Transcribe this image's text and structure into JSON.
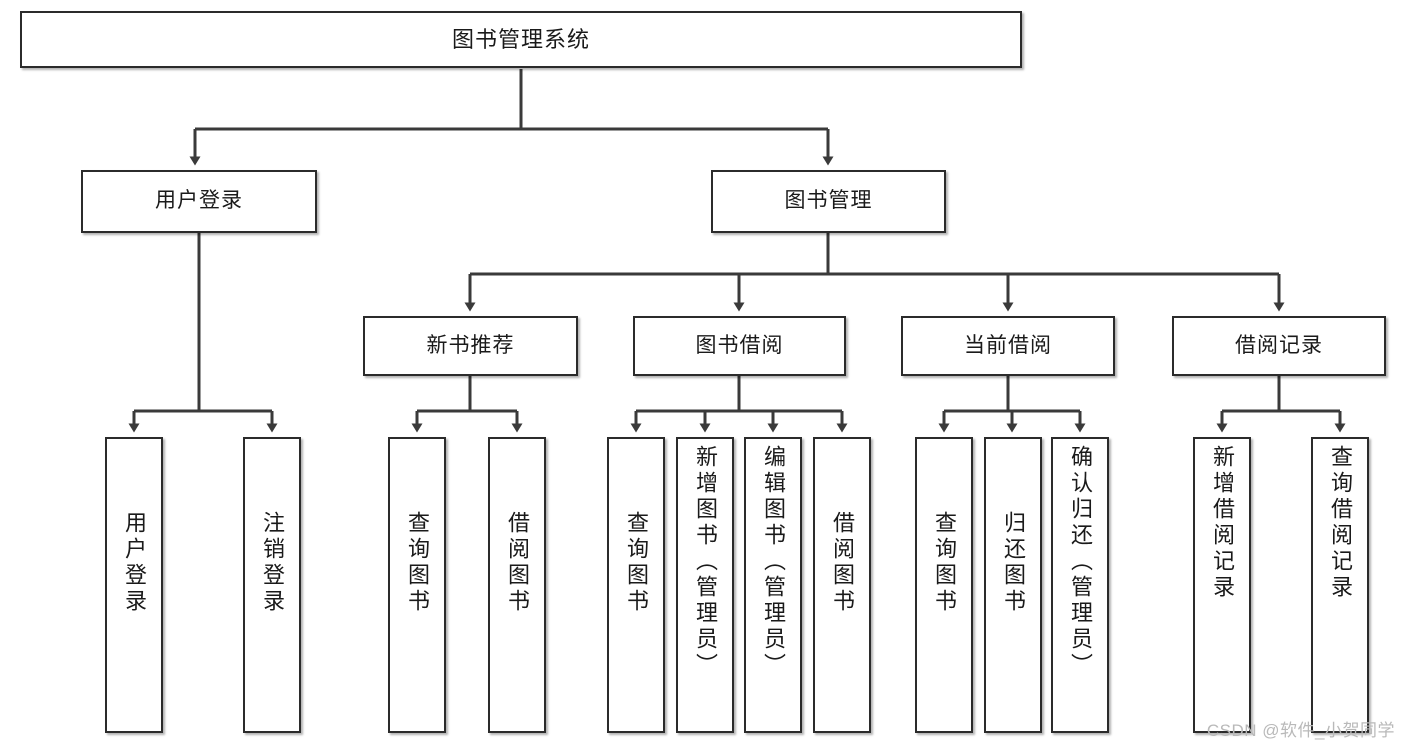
{
  "diagram": {
    "title": "图书管理系统",
    "type": "tree",
    "colors": {
      "box_border": "#2b2b2b",
      "box_fill": "#ffffff",
      "edge": "#3a3a3a",
      "text": "#1a1a1a",
      "watermark": "#b9b9b9"
    },
    "nodes": {
      "root": {
        "label": "图书管理系统"
      },
      "level2": [
        {
          "id": "user-login",
          "label": "用户登录"
        },
        {
          "id": "book-management",
          "label": "图书管理"
        }
      ],
      "level3": [
        {
          "id": "new-book-recommend",
          "label": "新书推荐"
        },
        {
          "id": "book-borrow",
          "label": "图书借阅"
        },
        {
          "id": "current-borrow",
          "label": "当前借阅"
        },
        {
          "id": "borrow-record",
          "label": "借阅记录"
        }
      ],
      "leaves": {
        "user-login": [
          {
            "id": "leaf-user-login",
            "label": "用户登录"
          },
          {
            "id": "leaf-user-logout",
            "label": "注销登录"
          }
        ],
        "new-book-recommend": [
          {
            "id": "leaf-query-book-1",
            "label": "查询图书"
          },
          {
            "id": "leaf-borrow-book-1",
            "label": "借阅图书"
          }
        ],
        "book-borrow": [
          {
            "id": "leaf-query-book-2",
            "label": "查询图书"
          },
          {
            "id": "leaf-add-book",
            "label": "新增图书（管理员）"
          },
          {
            "id": "leaf-edit-book",
            "label": "编辑图书（管理员）"
          },
          {
            "id": "leaf-borrow-book-2",
            "label": "借阅图书"
          }
        ],
        "current-borrow": [
          {
            "id": "leaf-query-book-3",
            "label": "查询图书"
          },
          {
            "id": "leaf-return-book",
            "label": "归还图书"
          },
          {
            "id": "leaf-confirm-return",
            "label": "确认归还（管理员）"
          }
        ],
        "borrow-record": [
          {
            "id": "leaf-add-record",
            "label": "新增借阅记录"
          },
          {
            "id": "leaf-query-record",
            "label": "查询借阅记录"
          }
        ]
      }
    },
    "watermark": "CSDN @软件_小贺同学"
  }
}
